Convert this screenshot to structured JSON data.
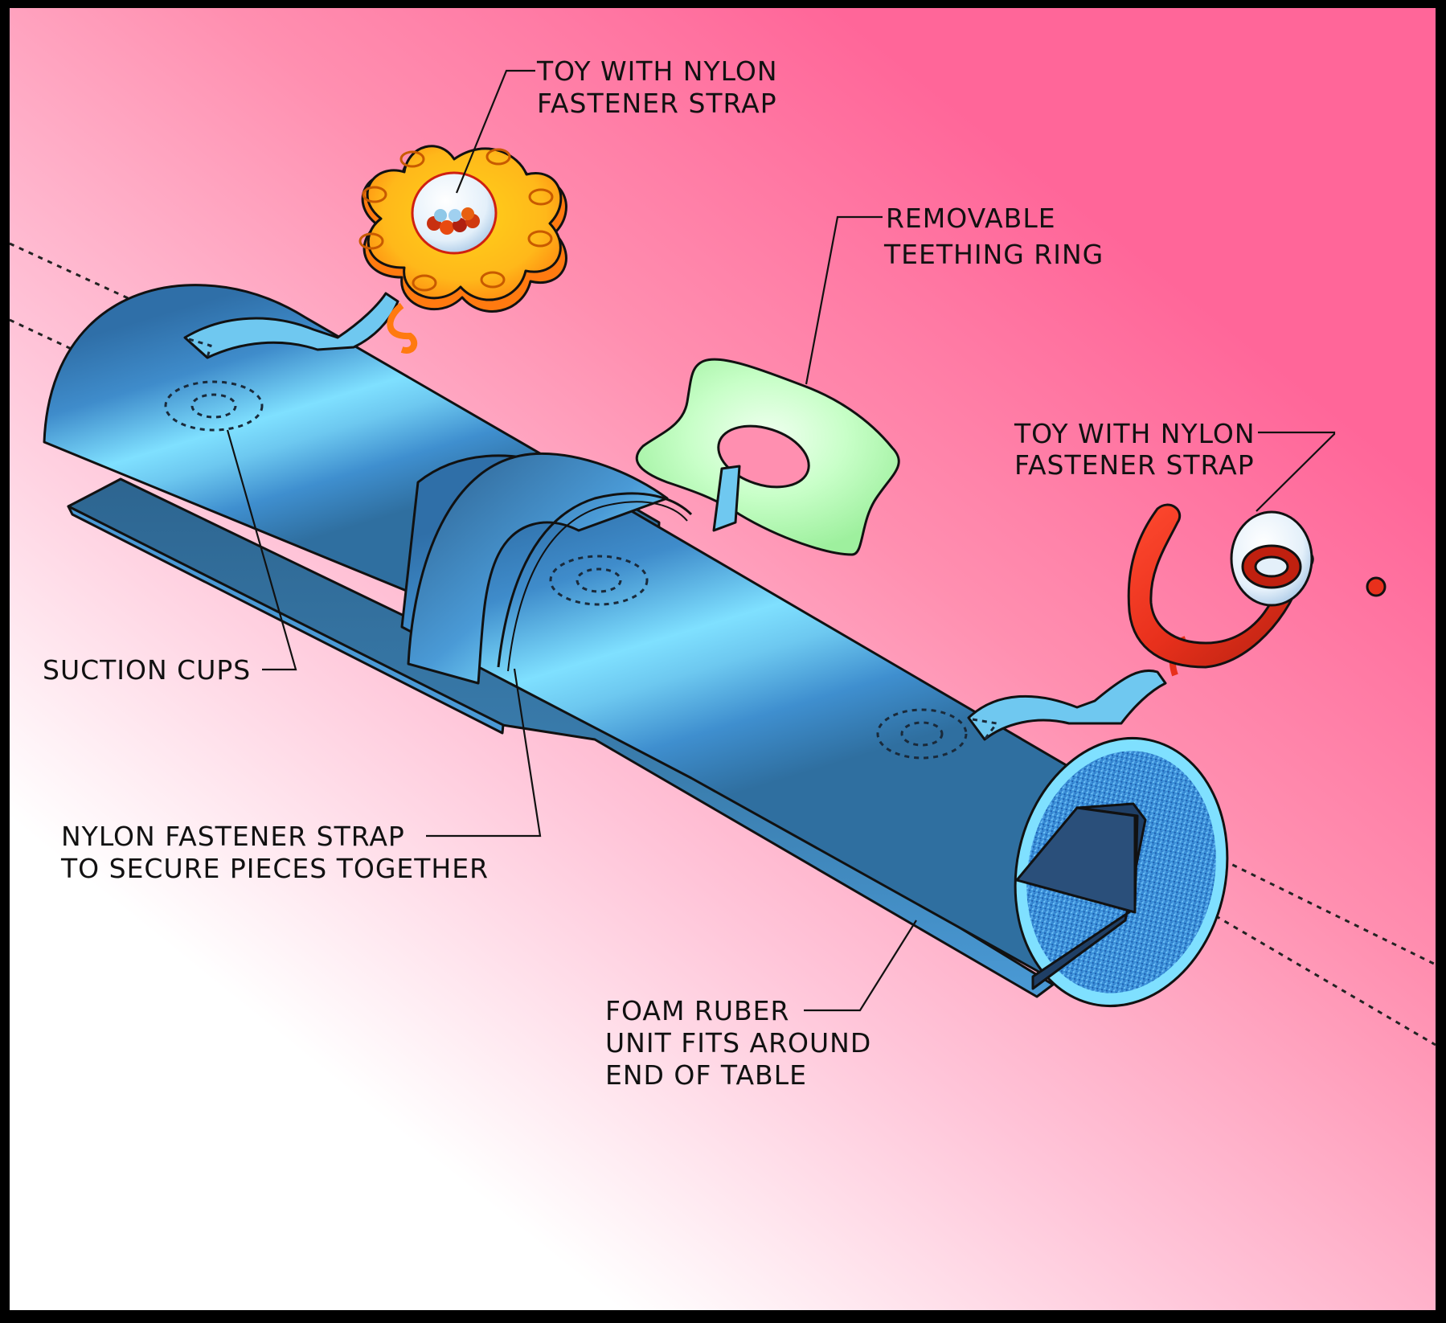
{
  "title": "Foam rubber table-end bumper with toys",
  "labels": {
    "toy_top": [
      "TOY WITH NYLON",
      "FASTENER STRAP"
    ],
    "teething_ring": [
      "REMOVABLE",
      "TEETHING RING"
    ],
    "toy_right": [
      "TOY WITH NYLON",
      "FASTENER STRAP"
    ],
    "suction_cups": [
      "SUCTION CUPS"
    ],
    "nylon_strap": [
      "NYLON FASTENER STRAP",
      "TO SECURE PIECES TOGETHER"
    ],
    "foam_unit": [
      "FOAM RUBER",
      "UNIT FITS AROUND",
      "END OF TABLE"
    ]
  },
  "colors": {
    "background_top_right": "#ff6699",
    "background_bottom_left": "#ffffff",
    "tube_dark": "#2f6fa8",
    "tube_mid": "#4a9ad6",
    "tube_light": "#80e0ff",
    "foam": "#3a8fd8",
    "flower_toy": "#ffc21a",
    "flower_toy_edge": "#ff7a10",
    "teething_ring": "#c8ffc8",
    "red_toy": "#e8301c",
    "frame": "#000000"
  }
}
